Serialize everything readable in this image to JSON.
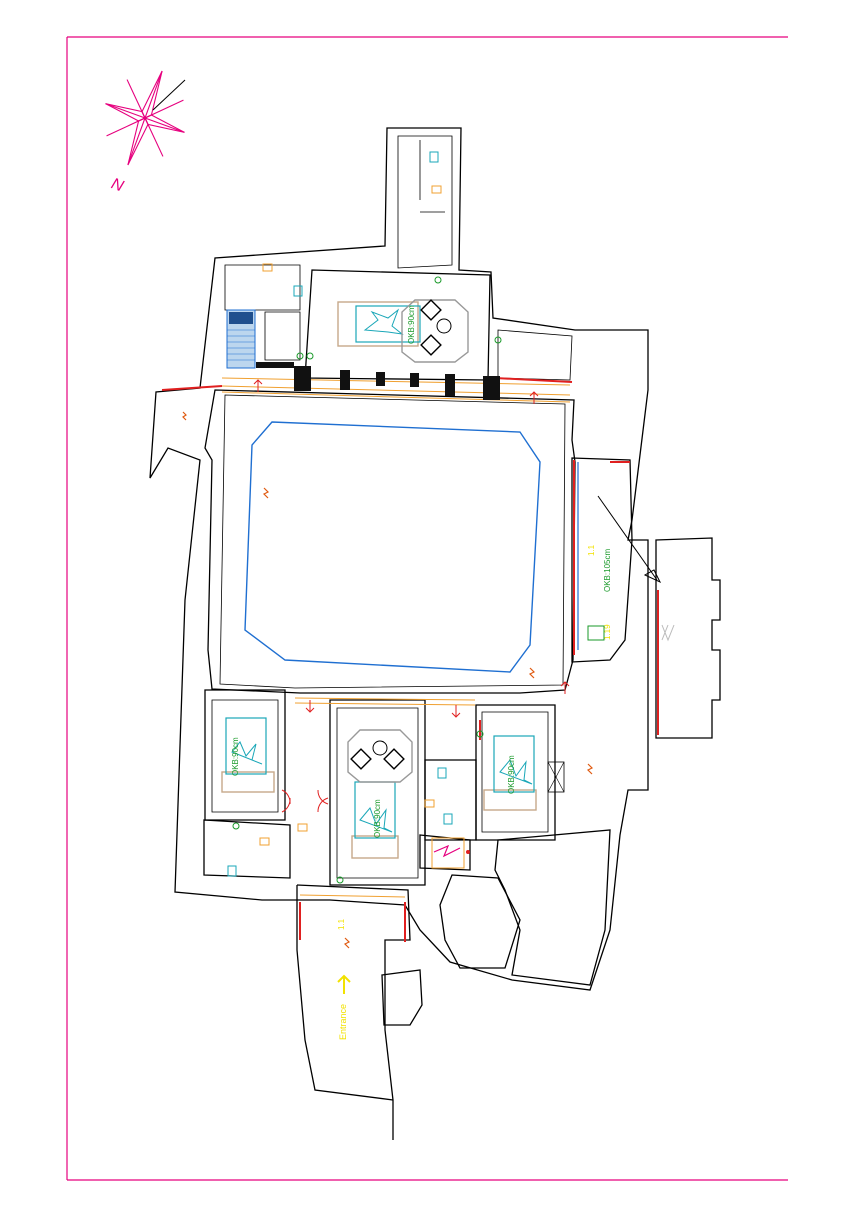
{
  "colors": {
    "frame": "#e6007e",
    "wall": "#000000",
    "pool": "#1f6fd1",
    "bed": "#1aa7b8",
    "mattress": "#c6a98a",
    "door_red": "#e02020",
    "label_green": "#1a9a2a",
    "label_yellow": "#f2e200",
    "label_teal": "#00806a"
  },
  "compass": {
    "label": "N"
  },
  "labels": {
    "bed_north": "OKB:90cm",
    "bed_center": "OKB:90cm",
    "bed_left": "OKB:90cm",
    "bed_right": "OKB:90cm",
    "east_room": "OKB:105cm",
    "east_room_number": "1.19",
    "east_room_code": "1.1",
    "entrance_code": "1.1",
    "entrance_text": "Entrance"
  },
  "icons": {
    "compass": "compass-rose-icon",
    "bed": "bed-icon",
    "armchair": "armchair-icon",
    "table": "round-table-icon",
    "fire_extinguisher": "fire-extinguisher-icon",
    "emergency_light": "emergency-light-icon",
    "exit_arrow": "exit-arrow-icon",
    "outlet": "outlet-icon",
    "smoke_detector": "smoke-detector-icon"
  }
}
